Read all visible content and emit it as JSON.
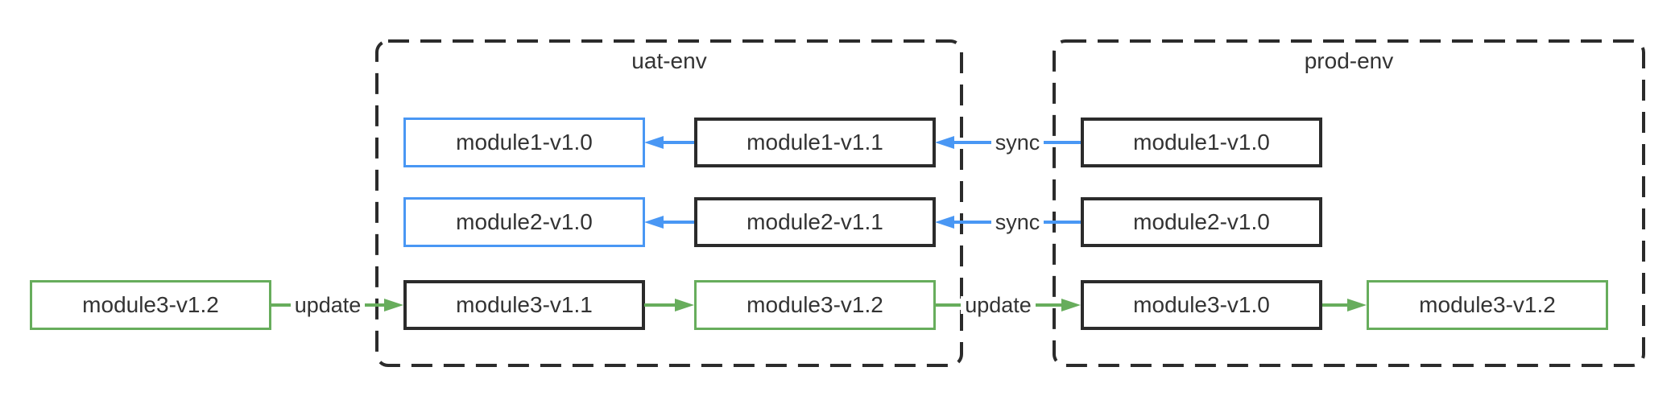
{
  "colors": {
    "blue": "#4997F4",
    "green": "#67AD5C",
    "dark": "#2B2B2B",
    "text": "#333333"
  },
  "containers": {
    "uat": {
      "label": "uat-env"
    },
    "prod": {
      "label": "prod-env"
    }
  },
  "nodes": {
    "external_module3_v12": {
      "label": "module3-v1.2"
    },
    "uat_module1_v10": {
      "label": "module1-v1.0"
    },
    "uat_module1_v11": {
      "label": "module1-v1.1"
    },
    "uat_module2_v10": {
      "label": "module2-v1.0"
    },
    "uat_module2_v11": {
      "label": "module2-v1.1"
    },
    "uat_module3_v11": {
      "label": "module3-v1.1"
    },
    "uat_module3_v12": {
      "label": "module3-v1.2"
    },
    "prod_module1_v10": {
      "label": "module1-v1.0"
    },
    "prod_module2_v10": {
      "label": "module2-v1.0"
    },
    "prod_module3_v10": {
      "label": "module3-v1.0"
    },
    "prod_module3_v12": {
      "label": "module3-v1.2"
    }
  },
  "edges": {
    "sync_module1": {
      "label": "sync"
    },
    "sync_module2": {
      "label": "sync"
    },
    "update_into_uat": {
      "label": "update"
    },
    "update_into_prod": {
      "label": "update"
    }
  }
}
